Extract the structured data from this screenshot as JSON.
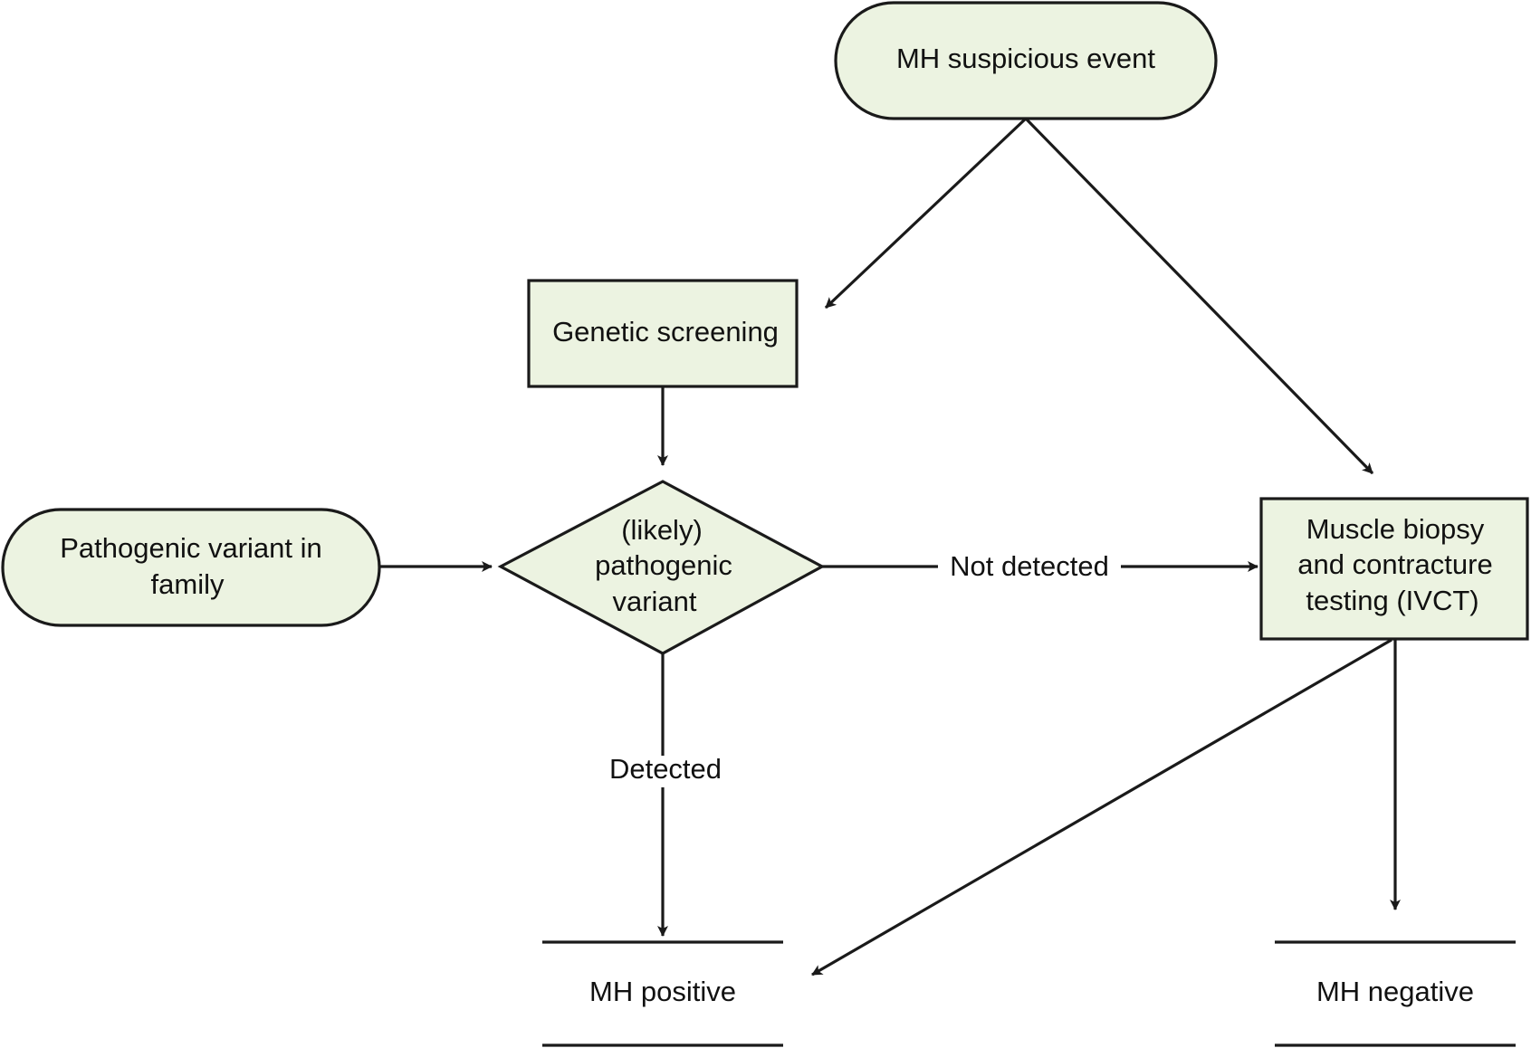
{
  "colors": {
    "node_fill": "#ecf3e1",
    "stroke": "#1a1a1a",
    "text": "#111111",
    "background": "#ffffff"
  },
  "nodes": {
    "mh_suspicious_event": {
      "shape": "terminator",
      "lines": [
        "MH suspicious event"
      ]
    },
    "genetic_screening": {
      "shape": "process",
      "lines": [
        "Genetic screening"
      ]
    },
    "pathogenic_variant_family": {
      "shape": "terminator",
      "lines": [
        "Pathogenic variant in",
        "family"
      ]
    },
    "decision_variant": {
      "shape": "decision",
      "lines": [
        "(likely)",
        "pathogenic",
        "variant"
      ]
    },
    "muscle_biopsy": {
      "shape": "process",
      "lines": [
        "Muscle biopsy",
        "and contracture",
        "testing (IVCT)"
      ]
    },
    "mh_positive": {
      "shape": "outcome",
      "lines": [
        "MH positive"
      ]
    },
    "mh_negative": {
      "shape": "outcome",
      "lines": [
        "MH negative"
      ]
    }
  },
  "edges": [
    {
      "from": "mh_suspicious_event",
      "to": "genetic_screening",
      "label": ""
    },
    {
      "from": "mh_suspicious_event",
      "to": "muscle_biopsy",
      "label": ""
    },
    {
      "from": "genetic_screening",
      "to": "decision_variant",
      "label": ""
    },
    {
      "from": "pathogenic_variant_family",
      "to": "decision_variant",
      "label": ""
    },
    {
      "from": "decision_variant",
      "to": "muscle_biopsy",
      "label": "Not detected"
    },
    {
      "from": "decision_variant",
      "to": "mh_positive",
      "label": "Detected"
    },
    {
      "from": "muscle_biopsy",
      "to": "mh_positive",
      "label": ""
    },
    {
      "from": "muscle_biopsy",
      "to": "mh_negative",
      "label": ""
    }
  ]
}
